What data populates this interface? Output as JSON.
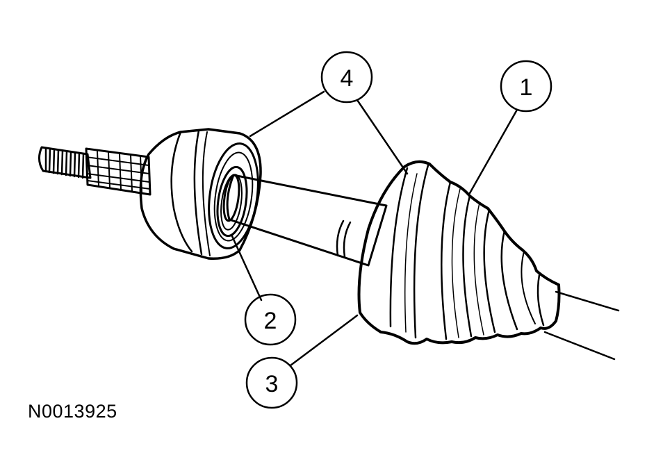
{
  "figure_id": "N0013925",
  "callouts": [
    {
      "label": "1"
    },
    {
      "label": "2"
    },
    {
      "label": "3"
    },
    {
      "label": "4"
    }
  ],
  "colors": {
    "ink": "#000000",
    "paper": "#ffffff"
  }
}
